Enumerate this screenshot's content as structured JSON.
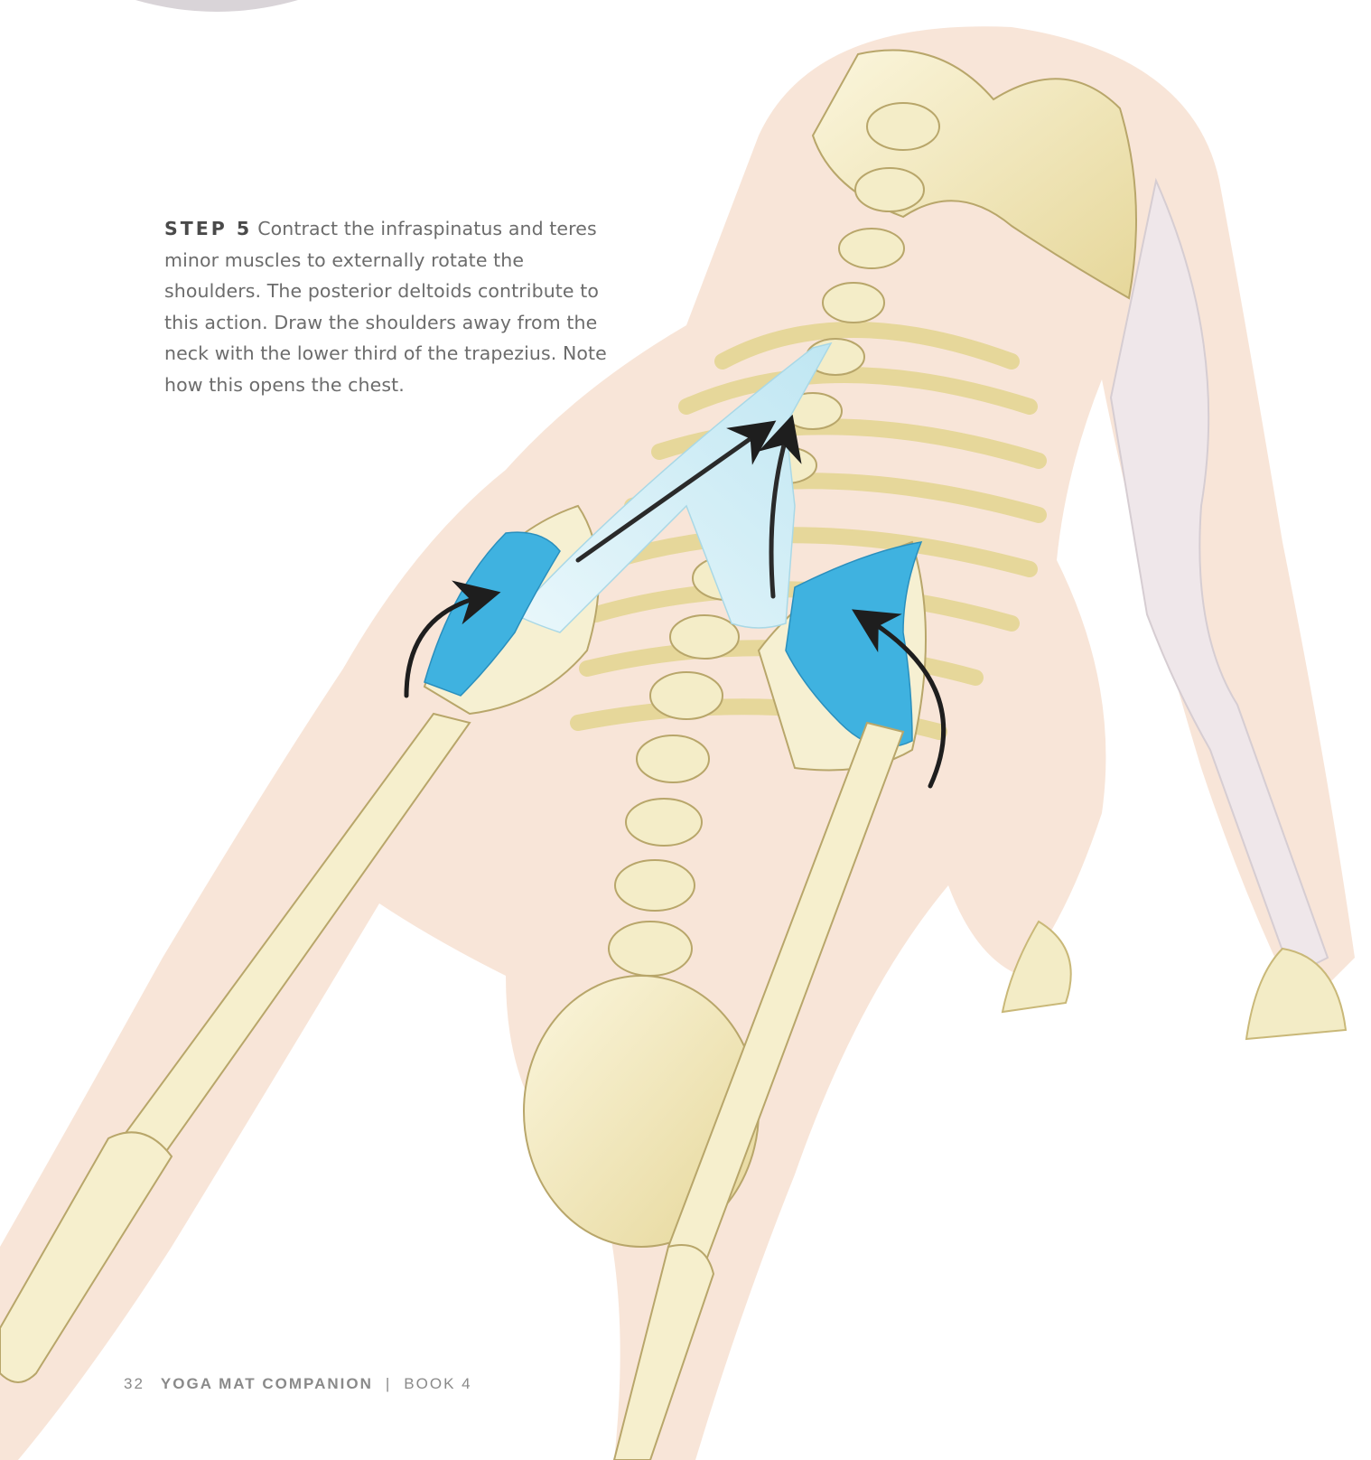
{
  "caption": {
    "step_label": "STEP 5",
    "text": "Contract the infraspinatus and teres minor muscles to externally rotate the shoulders. The posterior deltoids contribute to this action. Draw the shoulders away from the neck with the lower third of the trapezius. Note how this opens the chest."
  },
  "footer": {
    "page_number": "32",
    "book_title": "YOGA MAT COMPANION",
    "separator": "|",
    "book_volume": "BOOK 4"
  },
  "colors": {
    "skin": "#f6dccb",
    "bone": "#f3ecc6",
    "bone_shadow": "#d9c88a",
    "muscle_blue": "#3fb2e0",
    "trapezius": "#d4eff6",
    "arrow": "#1e1e1e"
  }
}
